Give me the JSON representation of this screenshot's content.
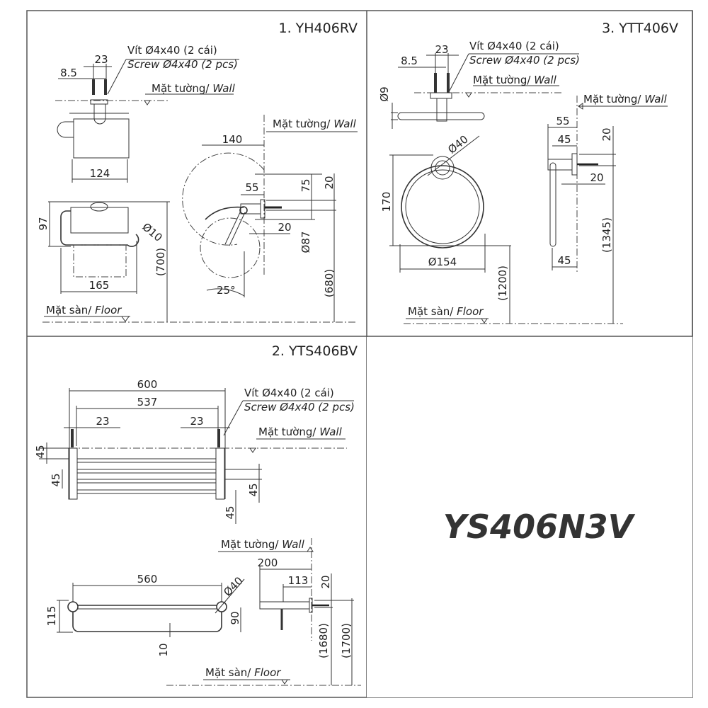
{
  "brand_model": "YS406N3V",
  "common": {
    "screw_vi": "Vít Ø4x40 (2 cái)",
    "screw_en": "Screw Ø4x40 (2 pcs)",
    "wall_vi": "Mặt tường/ ",
    "wall_en": "Wall",
    "floor_vi": "Mặt sàn/ ",
    "floor_en": "Floor"
  },
  "panel1": {
    "title": "1. YH406RV",
    "dims": {
      "d23": "23",
      "d8_5": "8.5",
      "d124": "124",
      "d97": "97",
      "d10": "Ø10",
      "d165": "165",
      "d700": "(700)",
      "d140": "140",
      "d55": "55",
      "d75": "75",
      "d20a": "20",
      "d20b": "20",
      "d87": "Ø87",
      "d680": "(680)",
      "d25": "25°"
    }
  },
  "panel3": {
    "title": "3. YTT406V",
    "dims": {
      "d23": "23",
      "d8_5": "8.5",
      "d9": "Ø9",
      "d40": "Ø40",
      "d170": "170",
      "d154": "Ø154",
      "d1200": "(1200)",
      "d55": "55",
      "d45a": "45",
      "d20a": "20",
      "d20b": "20",
      "d45b": "45",
      "d1345": "(1345)"
    }
  },
  "panel2": {
    "title": "2. YTS406BV",
    "dims": {
      "d600": "600",
      "d537": "537",
      "d23a": "23",
      "d23b": "23",
      "d45a": "45",
      "d45b": "45",
      "d45c": "45",
      "d45d": "45",
      "d200": "200",
      "d113": "113",
      "d20": "20",
      "d560": "560",
      "d40": "Ø40",
      "d115": "115",
      "d90": "90",
      "d10": "10",
      "d1680": "(1680)",
      "d1700": "(1700)"
    }
  }
}
